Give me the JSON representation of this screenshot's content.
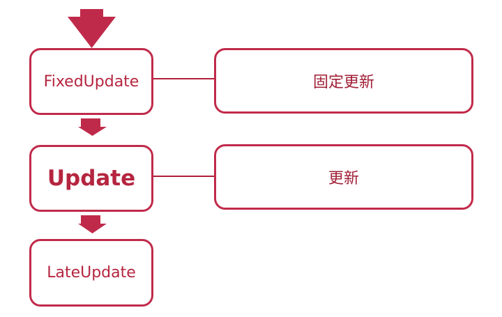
{
  "colors": {
    "accent": "#c02a4a"
  },
  "nodes": [
    {
      "id": "fixed_update",
      "label": "FixedUpdate",
      "description": "固定更新"
    },
    {
      "id": "update",
      "label": "Update",
      "description": "更新"
    },
    {
      "id": "late_update",
      "label": "LateUpdate"
    }
  ]
}
